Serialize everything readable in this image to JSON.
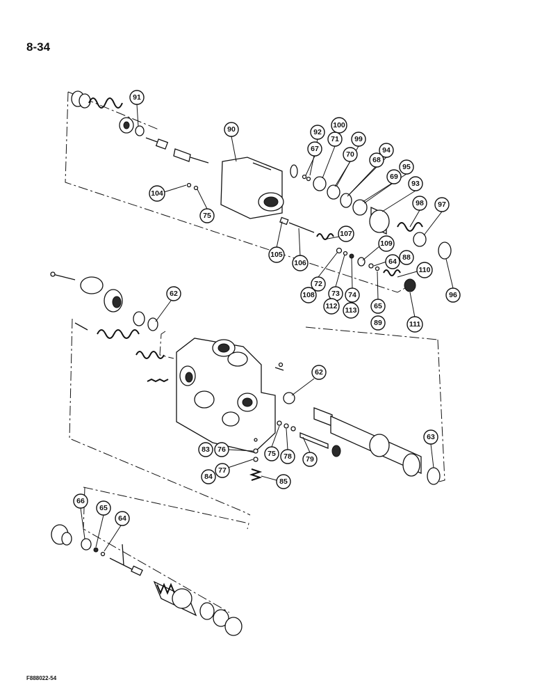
{
  "page_number": "8-34",
  "figure_code": "F888022-54",
  "callouts": [
    {
      "id": "c91",
      "label": "91"
    },
    {
      "id": "c90",
      "label": "90"
    },
    {
      "id": "c92",
      "label": "92"
    },
    {
      "id": "c100",
      "label": "100"
    },
    {
      "id": "c67",
      "label": "67"
    },
    {
      "id": "c71",
      "label": "71"
    },
    {
      "id": "c99",
      "label": "99"
    },
    {
      "id": "c70",
      "label": "70"
    },
    {
      "id": "c94",
      "label": "94"
    },
    {
      "id": "c68",
      "label": "68"
    },
    {
      "id": "c95",
      "label": "95"
    },
    {
      "id": "c69",
      "label": "69"
    },
    {
      "id": "c93",
      "label": "93"
    },
    {
      "id": "c98",
      "label": "98"
    },
    {
      "id": "c97",
      "label": "97"
    },
    {
      "id": "c104",
      "label": "104"
    },
    {
      "id": "c75a",
      "label": "75"
    },
    {
      "id": "c107",
      "label": "107"
    },
    {
      "id": "c109",
      "label": "109"
    },
    {
      "id": "c88",
      "label": "88"
    },
    {
      "id": "c64a",
      "label": "64"
    },
    {
      "id": "c110",
      "label": "110"
    },
    {
      "id": "c105",
      "label": "105"
    },
    {
      "id": "c106",
      "label": "106"
    },
    {
      "id": "c72",
      "label": "72"
    },
    {
      "id": "c73",
      "label": "73"
    },
    {
      "id": "c74",
      "label": "74"
    },
    {
      "id": "c108",
      "label": "108"
    },
    {
      "id": "c112",
      "label": "112"
    },
    {
      "id": "c113",
      "label": "113"
    },
    {
      "id": "c65a",
      "label": "65"
    },
    {
      "id": "c89",
      "label": "89"
    },
    {
      "id": "c96",
      "label": "96"
    },
    {
      "id": "c111",
      "label": "111"
    },
    {
      "id": "c62a",
      "label": "62"
    },
    {
      "id": "c62b",
      "label": "62"
    },
    {
      "id": "c63",
      "label": "63"
    },
    {
      "id": "c83",
      "label": "83"
    },
    {
      "id": "c76",
      "label": "76"
    },
    {
      "id": "c75b",
      "label": "75"
    },
    {
      "id": "c78",
      "label": "78"
    },
    {
      "id": "c79",
      "label": "79"
    },
    {
      "id": "c84",
      "label": "84"
    },
    {
      "id": "c77",
      "label": "77"
    },
    {
      "id": "c85",
      "label": "85"
    },
    {
      "id": "c66",
      "label": "66"
    },
    {
      "id": "c65b",
      "label": "65"
    },
    {
      "id": "c64b",
      "label": "64"
    }
  ]
}
